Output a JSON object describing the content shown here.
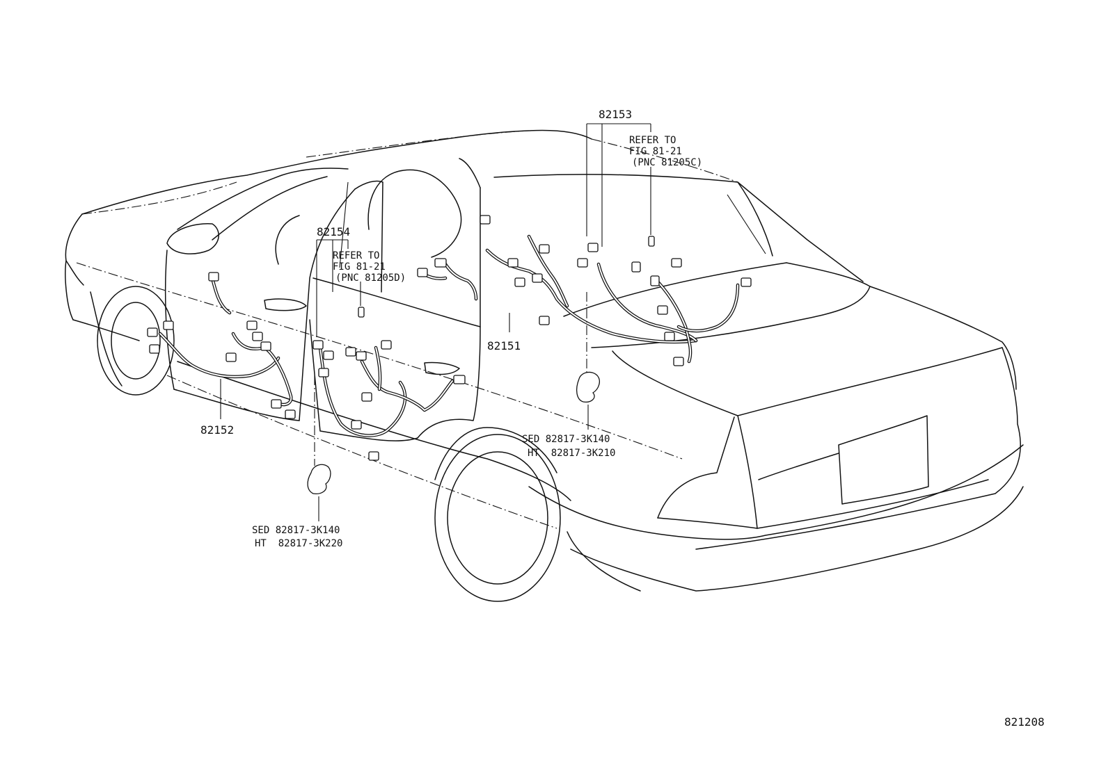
{
  "labels": {
    "p82153": "82153",
    "p82154": "82154",
    "p82151": "82151",
    "p82152": "82152",
    "refer_c": [
      "REFER TO",
      "FIG 81-21",
      "(PNC 81205C)"
    ],
    "refer_d": [
      "REFER TO",
      "FIG 81-21",
      "(PNC 81205D)"
    ],
    "clip_right": [
      "SED 82817-3K140",
      "HT  82817-3K210"
    ],
    "clip_left": [
      "SED 82817-3K140",
      "HT  82817-3K220"
    ],
    "figure_number": "821208"
  }
}
